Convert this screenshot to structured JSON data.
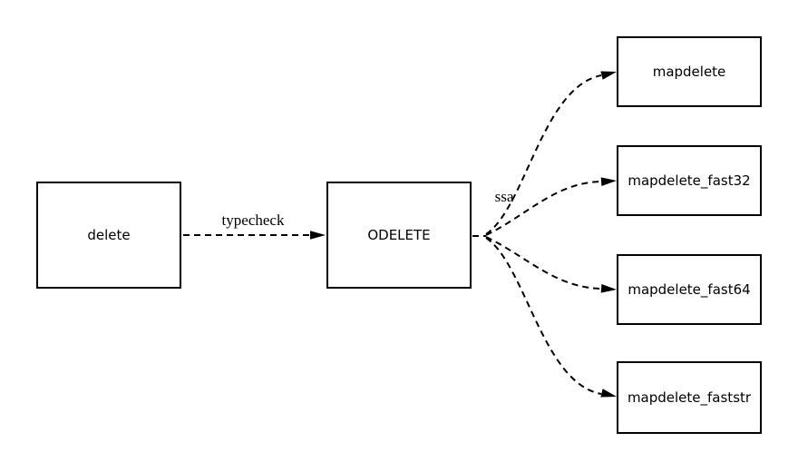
{
  "diagram": {
    "type": "flowchart",
    "background_color": "#ffffff",
    "stroke_color": "#000000",
    "text_color": "#000000",
    "nodes": [
      {
        "id": "delete",
        "label": "delete"
      },
      {
        "id": "ODELETE",
        "label": "ODELETE"
      },
      {
        "id": "mapdelete",
        "label": "mapdelete"
      },
      {
        "id": "mapdelete_fast32",
        "label": "mapdelete_fast32"
      },
      {
        "id": "mapdelete_fast64",
        "label": "mapdelete_fast64"
      },
      {
        "id": "mapdelete_faststr",
        "label": "mapdelete_faststr"
      }
    ],
    "edges": [
      {
        "from": "delete",
        "to": "ODELETE",
        "label": "typecheck",
        "style": "dashed"
      },
      {
        "from": "ODELETE",
        "to": "mapdelete",
        "label": "ssa",
        "style": "dashed"
      },
      {
        "from": "ODELETE",
        "to": "mapdelete_fast32",
        "label": "ssa",
        "style": "dashed"
      },
      {
        "from": "ODELETE",
        "to": "mapdelete_fast64",
        "label": "ssa",
        "style": "dashed"
      },
      {
        "from": "ODELETE",
        "to": "mapdelete_faststr",
        "label": "ssa",
        "style": "dashed"
      }
    ]
  }
}
